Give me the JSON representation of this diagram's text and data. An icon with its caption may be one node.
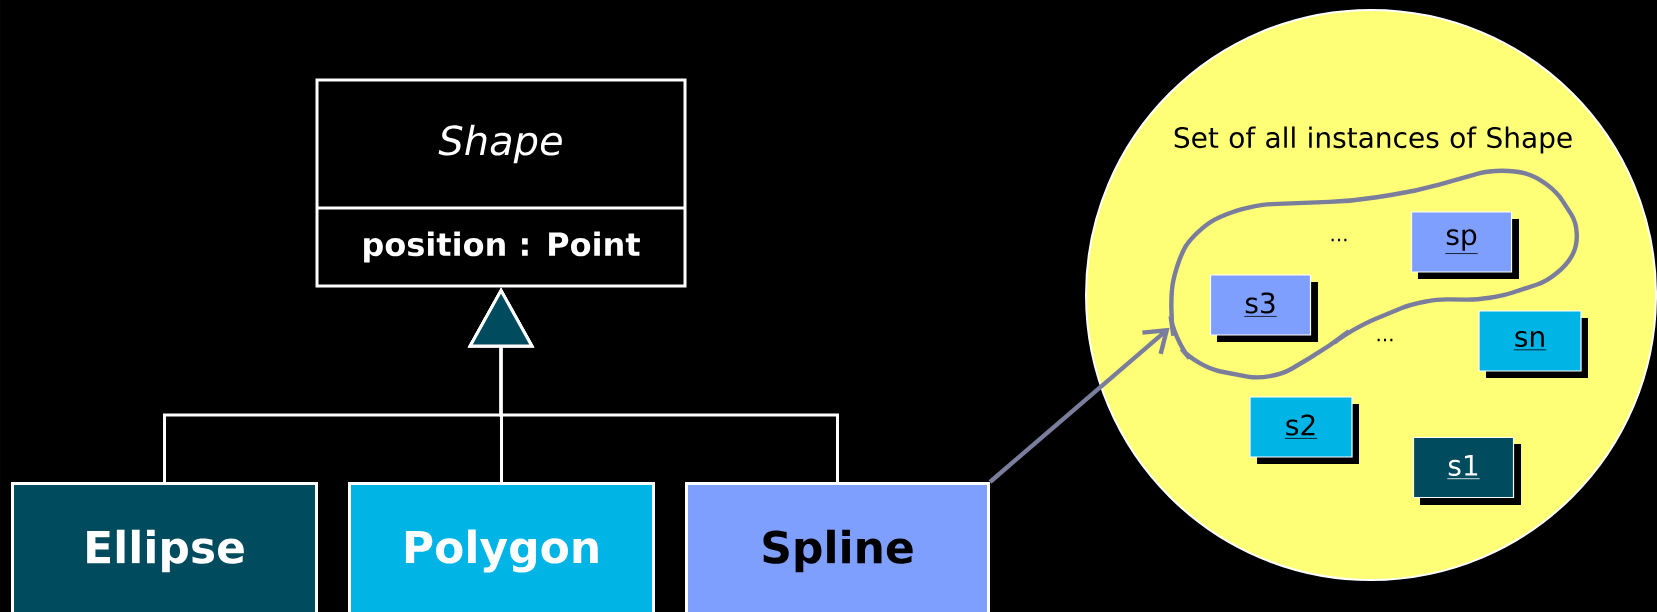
{
  "diagram": {
    "nodes": [
      {
        "text": [
          "Shape",
          "position : Point"
        ]
      },
      {
        "text": [
          "Ellipse"
        ]
      },
      {
        "text": [
          "Polygon"
        ]
      },
      {
        "text": [
          "Spline"
        ]
      },
      {
        "text": [
          "Set of all instances of Shape"
        ]
      },
      {
        "text": [],
        "shape": "cloud",
        "in": 4
      },
      {
        "text": [
          "sp"
        ],
        "in": 5
      },
      {
        "text": [
          "s3"
        ],
        "in": 5
      },
      {
        "text": [
          "sn"
        ],
        "in": 4
      },
      {
        "text": [
          "s2"
        ],
        "in": 4
      },
      {
        "text": [
          "s1"
        ],
        "in": 4
      }
    ],
    "edges": [
      {
        "from": 1,
        "to": 0,
        "arrow": "to"
      },
      {
        "from": 2,
        "to": 0,
        "arrow": "to"
      },
      {
        "from": 3,
        "to": 0,
        "arrow": "to"
      },
      {
        "from": 3,
        "to": 5,
        "arrow": "to",
        "color": "#7a7d9c"
      }
    ],
    "labels": [
      "...",
      "..."
    ]
  }
}
